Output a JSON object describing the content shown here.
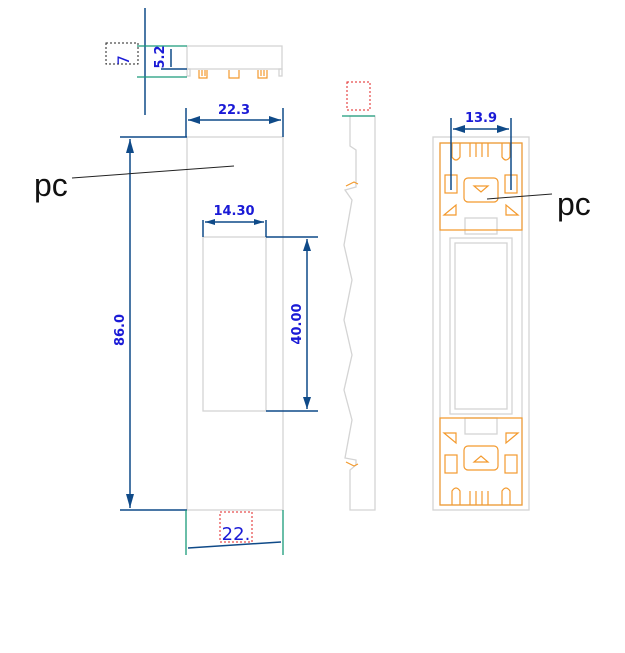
{
  "front_view": {
    "width_label": "22.3",
    "height_label": "86.0",
    "window_width_label": "14.30",
    "window_height_label": "40.00",
    "bottom_label": "22.",
    "material_label": "pc"
  },
  "top_view": {
    "height_label": "7",
    "inner_height_label": "5.2"
  },
  "back_view": {
    "width_label": "13.9",
    "material_label": "pc"
  },
  "colors": {
    "dimension_text": "#1a1ad6",
    "dimension_line": "#0f4a88",
    "part_detail": "#f39a2e",
    "outline": "#d4d4d4"
  }
}
